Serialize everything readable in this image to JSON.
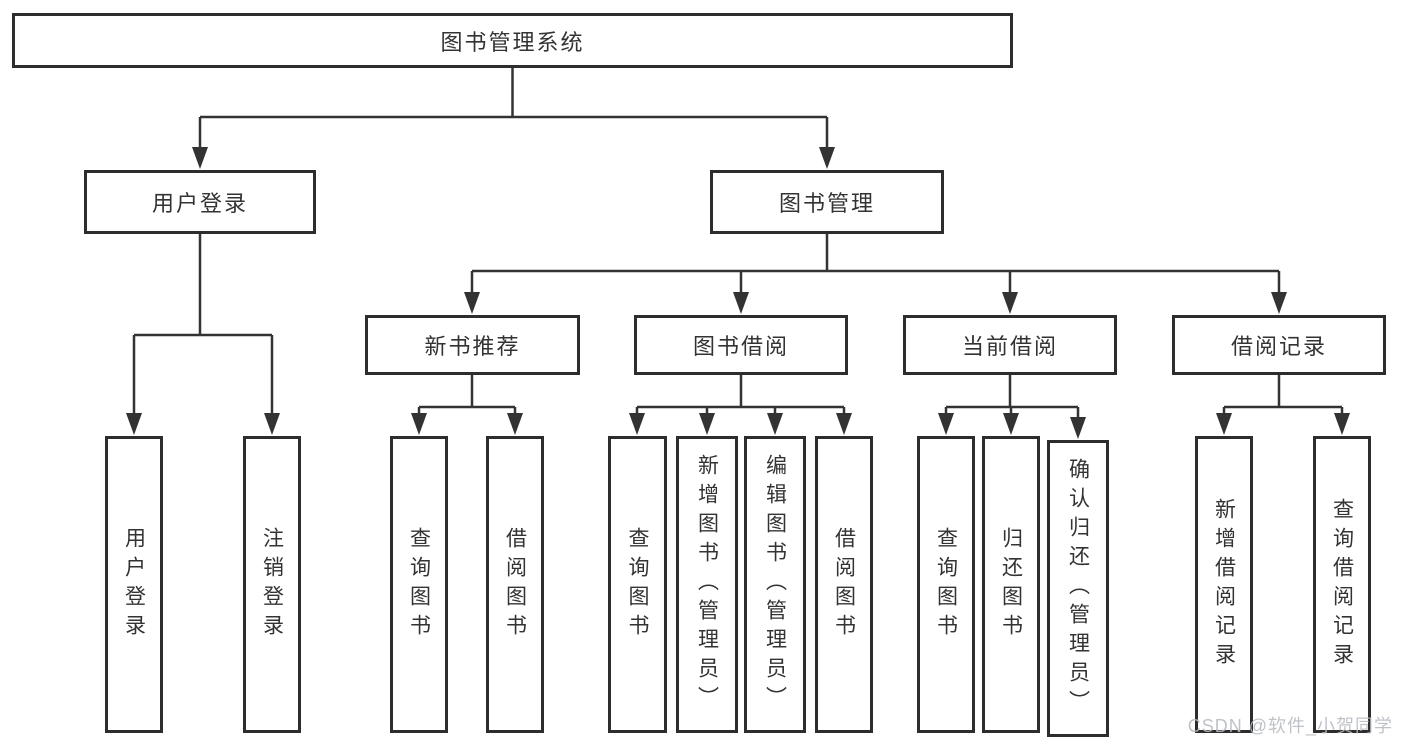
{
  "diagram_title": "图书管理系统",
  "colors": {
    "line": "#333333",
    "border": "#2d2d2d",
    "text": "#333333",
    "bg": "#ffffff",
    "watermark": "#b9bdc3"
  },
  "tree": {
    "root": {
      "label": "图书管理系统"
    },
    "level2": [
      {
        "id": "user-login",
        "label": "用户登录"
      },
      {
        "id": "book-management",
        "label": "图书管理"
      }
    ],
    "level3": [
      {
        "id": "new-book-recommendation",
        "parent": "图书管理",
        "label": "新书推荐"
      },
      {
        "id": "book-borrowing",
        "parent": "图书管理",
        "label": "图书借阅"
      },
      {
        "id": "current-borrowing",
        "parent": "图书管理",
        "label": "当前借阅"
      },
      {
        "id": "borrowing-records",
        "parent": "图书管理",
        "label": "借阅记录"
      }
    ],
    "leaves": [
      {
        "parent": "用户登录",
        "label": "用户登录"
      },
      {
        "parent": "用户登录",
        "label": "注销登录"
      },
      {
        "parent": "新书推荐",
        "label": "查询图书"
      },
      {
        "parent": "新书推荐",
        "label": "借阅图书"
      },
      {
        "parent": "图书借阅",
        "label": "查询图书"
      },
      {
        "parent": "图书借阅",
        "label": "新增图书（管理员）"
      },
      {
        "parent": "图书借阅",
        "label": "编辑图书（管理员）"
      },
      {
        "parent": "图书借阅",
        "label": "借阅图书"
      },
      {
        "parent": "当前借阅",
        "label": "查询图书"
      },
      {
        "parent": "当前借阅",
        "label": "归还图书"
      },
      {
        "parent": "当前借阅",
        "label": "确认归还（管理员）"
      },
      {
        "parent": "借阅记录",
        "label": "新增借阅记录"
      },
      {
        "parent": "借阅记录",
        "label": "查询借阅记录"
      }
    ]
  },
  "watermark": {
    "text": "CSDN @软件_小贺同学"
  }
}
